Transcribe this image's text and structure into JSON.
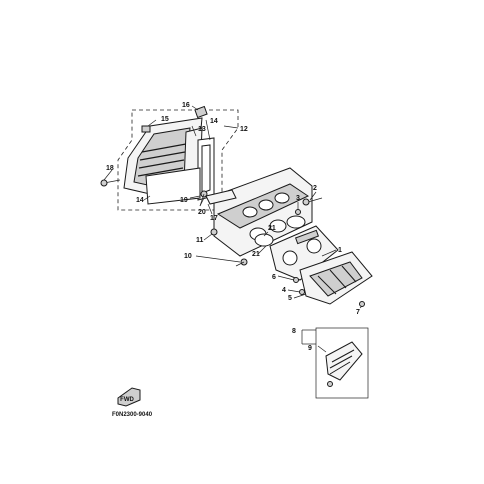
{
  "callouts": {
    "c1": "1",
    "c2": "2",
    "c3": "3",
    "c4": "4",
    "c5": "5",
    "c6": "6",
    "c7": "7",
    "c8": "8",
    "c9": "9",
    "c10": "10",
    "c11": "11",
    "c12": "12",
    "c13": "13",
    "c14a": "14",
    "c14b": "14",
    "c15": "15",
    "c16": "16",
    "c17": "17",
    "c18": "18",
    "c19": "19",
    "c20": "20",
    "c21a": "21",
    "c21b": "21"
  },
  "caption": "F0N2300-9040",
  "front_mark": "FWD"
}
